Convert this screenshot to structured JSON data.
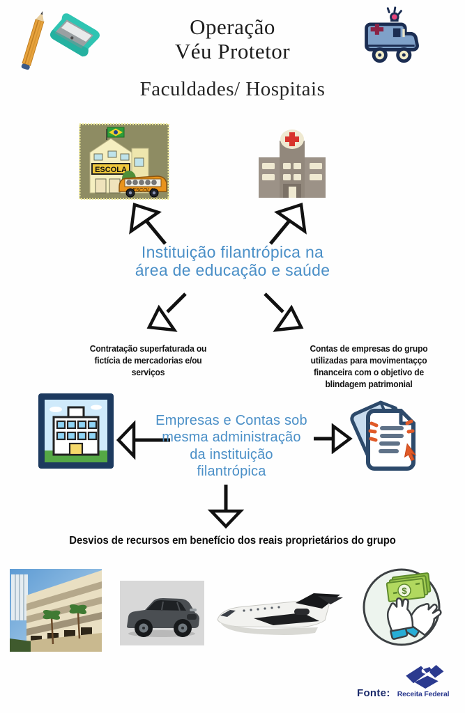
{
  "header": {
    "title_line1": "Operação",
    "title_line2": "Véu Protetor",
    "subtitle": "Faculdades/ Hospitais"
  },
  "school": {
    "sign": "ESCOLA",
    "bus_sign": "ESCOLA"
  },
  "flow": {
    "institution_line1": "Instituição filantrópica na",
    "institution_line2": "área de educação e saúde",
    "left_note_line1": "Contratação superfaturada ou",
    "left_note_line2": "fictícia de mercadorias e/ou",
    "left_note_line3": "serviços",
    "right_note_line1": "Contas de empresas do grupo",
    "right_note_line2": "utilizadas para movimentaçço",
    "right_note_line3": "financeira com o objetivo de",
    "right_note_line4": "blindagem patrimonial",
    "companies_line1": "Empresas e Contas sob",
    "companies_line2": "mesma administração",
    "companies_line3": "da instituição",
    "companies_line4": "filantrópica",
    "result": "Desvios de recursos em benefício dos reais proprietários do grupo"
  },
  "money": {
    "currency_symbol": "$"
  },
  "footer": {
    "fonte_label": "Fonte:",
    "source_name": "Receita Federal"
  },
  "colors": {
    "accent_blue": "#4a8fc7",
    "navy_outline": "#1f3356",
    "brand_navy": "#2b3a8f",
    "teal": "#2fc4b2",
    "cross_red": "#d8342c",
    "money_green": "#a2cc52",
    "orange": "#e05a28"
  }
}
